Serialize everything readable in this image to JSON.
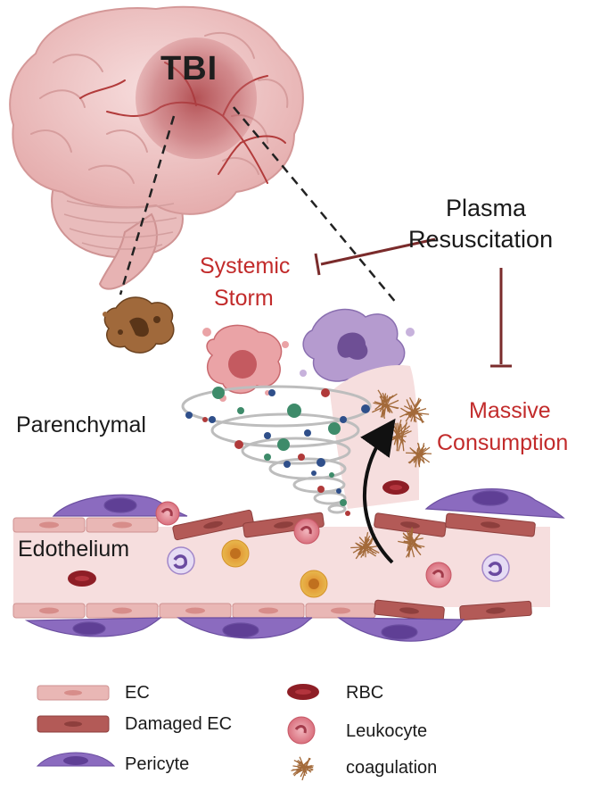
{
  "tbi_label": "TBI",
  "labels": {
    "plasma": "Plasma",
    "resuscitation": "Resuscitation",
    "systemic": "Systemic",
    "storm": "Storm",
    "massive": "Massive",
    "consumption": "Consumption",
    "parenchymal": "Parenchymal",
    "edothelium": "Edothelium"
  },
  "legend": {
    "ec": "EC",
    "damaged_ec": "Damaged EC",
    "pericyte": "Pericyte",
    "rbc": "RBC",
    "leukocyte": "Leukocyte",
    "coagulation": "coagulation"
  },
  "colors": {
    "brain": "#f0c9c9",
    "brain_outline": "#d79a9a",
    "tbi_zone": "#b3474a",
    "inhibit_line": "#7a2b2b",
    "red_text": "#c22b2b",
    "vessel": "#f6dede",
    "ec": "#e9b7b5",
    "damaged_ec": "#b35a57",
    "pericyte": "#8b6bbf",
    "rbc": "#8e1e26",
    "leukocyte": "#e18a95",
    "coagulation": "#a36a3a"
  }
}
